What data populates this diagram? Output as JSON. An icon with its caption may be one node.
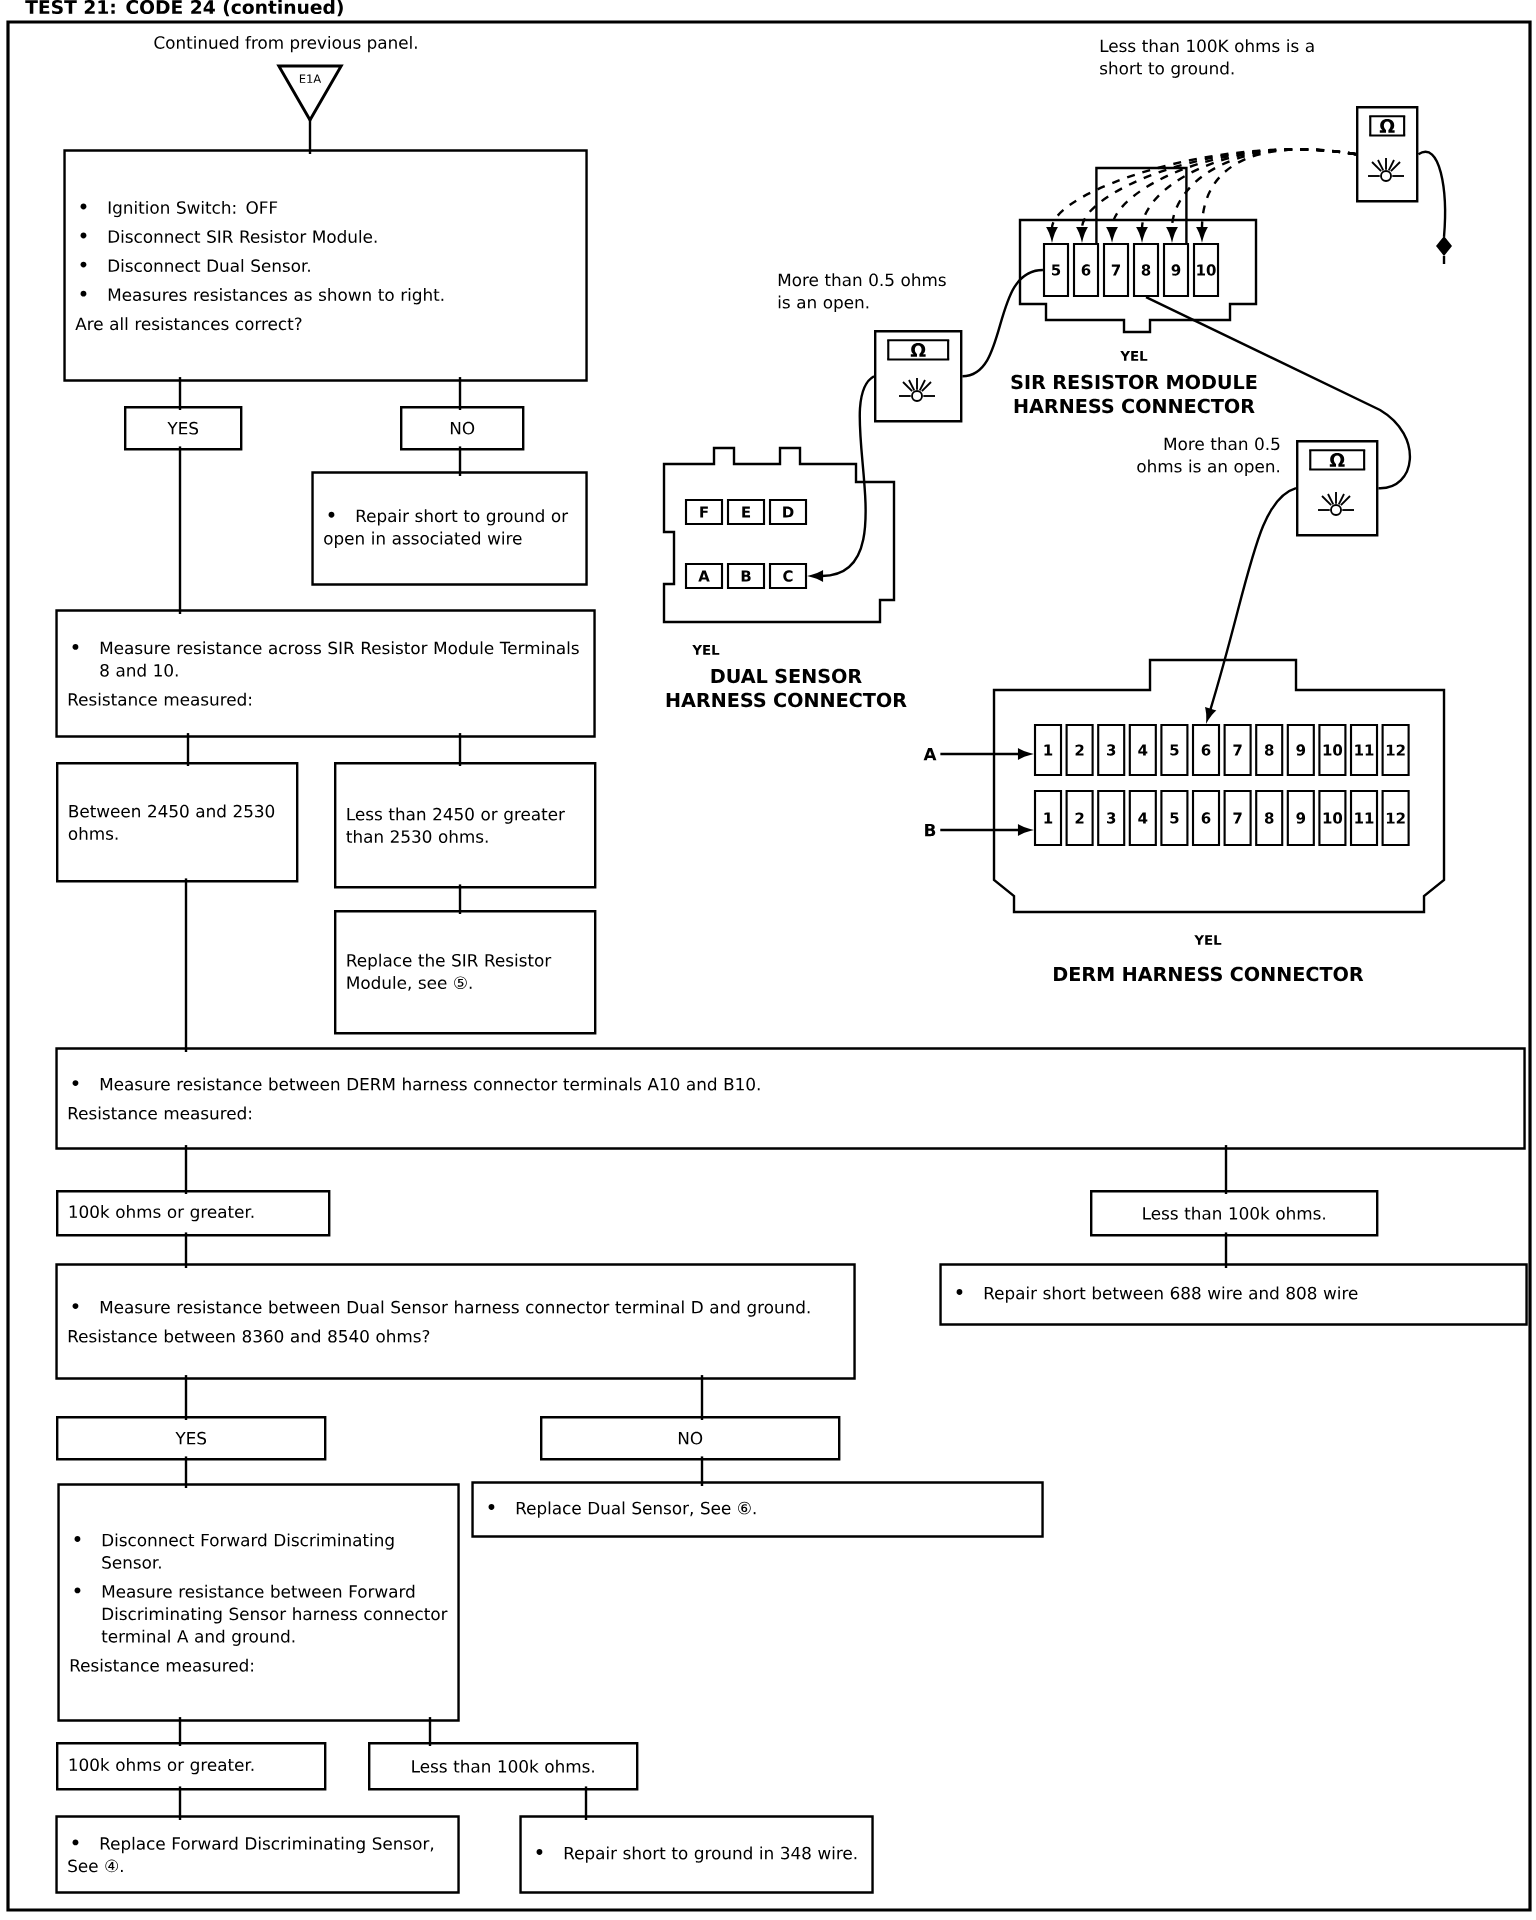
{
  "diagram": {
    "title": "TEST 21: CODE 24 (continued)",
    "nodes": [
      {
        "text": [
          "E1A"
        ],
        "beside": [
          "Continued from previous panel."
        ]
      },
      {
        "text": [
          "Ignition Switch: OFF",
          "Disconnect SIR Resistor Module.",
          "Disconnect Dual Sensor.",
          "Measures resistances as shown to right.",
          "Are all resistances correct?"
        ]
      },
      {
        "text": [
          "YES"
        ]
      },
      {
        "text": [
          "NO"
        ]
      },
      {
        "text": [
          "Repair short to ground or open in associated wire"
        ]
      },
      {
        "text": [
          "Measure resistance across SIR Resistor Module Terminals 8 and 10.",
          "Resistance measured:"
        ]
      },
      {
        "text": [
          "Between 2450 and 2530 ohms."
        ]
      },
      {
        "text": [
          "Less than 2450 or greater than 2530 ohms."
        ]
      },
      {
        "text": [
          "Replace the SIR Resistor Module, see ⑤."
        ]
      },
      {
        "text": [
          "Measure resistance between DERM harness connector terminals A10 and B10.",
          "Resistance measured:"
        ]
      },
      {
        "text": [
          "100k ohms or greater."
        ]
      },
      {
        "text": [
          "Less than 100k ohms."
        ]
      },
      {
        "text": [
          "Repair short between 688 wire and 808 wire"
        ]
      },
      {
        "text": [
          "Measure resistance between Dual Sensor harness connector terminal D and ground.",
          "Resistance between 8360 and 8540 ohms?"
        ]
      },
      {
        "text": [
          "YES"
        ]
      },
      {
        "text": [
          "NO"
        ]
      },
      {
        "text": [
          "Replace Dual Sensor, See ⑥."
        ]
      },
      {
        "text": [
          "Disconnect Forward Discriminating Sensor.",
          "Measure resistance between Forward Discriminating Sensor harness connector terminal A and ground.",
          "Resistance measured:"
        ]
      },
      {
        "text": [
          "100k ohms or greater."
        ]
      },
      {
        "text": [
          "Less than 100k ohms."
        ]
      },
      {
        "text": [
          "Replace Forward Discriminating Sensor, See ④."
        ]
      },
      {
        "text": [
          "Repair short to ground in 348 wire."
        ]
      },
      {
        "text": [
          "A"
        ]
      },
      {
        "text": [
          "B"
        ]
      },
      {
        "text": [
          "1"
        ]
      },
      {
        "text": [
          "1"
        ]
      },
      {
        "text": [
          "5"
        ]
      },
      {
        "text": [
          "6"
        ]
      },
      {
        "text": [
          "7"
        ]
      },
      {
        "text": [
          "8"
        ]
      },
      {
        "text": [
          "9"
        ]
      },
      {
        "text": [
          "10"
        ]
      },
      {
        "text": [
          "Ω"
        ]
      },
      {
        "text": [
          "Ω"
        ]
      },
      {
        "text": [
          "Ω"
        ]
      },
      {
        "text": [],
        "shape": "ground"
      },
      {
        "text": [
          "C"
        ]
      },
      {
        "text": [
          "6"
        ]
      }
    ],
    "edges": [
      {
        "from": 0,
        "to": 1,
        "arrow": "none"
      },
      {
        "from": 1,
        "to": 2,
        "arrow": "none"
      },
      {
        "from": 1,
        "to": 3,
        "arrow": "none"
      },
      {
        "from": 3,
        "to": 4,
        "arrow": "none"
      },
      {
        "from": 2,
        "to": 5,
        "arrow": "none"
      },
      {
        "from": 5,
        "to": 6,
        "arrow": "none"
      },
      {
        "from": 5,
        "to": 7,
        "arrow": "none"
      },
      {
        "from": 7,
        "to": 8,
        "arrow": "none"
      },
      {
        "from": 6,
        "to": 9,
        "arrow": "none"
      },
      {
        "from": 9,
        "to": 10,
        "arrow": "none"
      },
      {
        "from": 9,
        "to": 11,
        "arrow": "none"
      },
      {
        "from": 11,
        "to": 12,
        "arrow": "none"
      },
      {
        "from": 10,
        "to": 13,
        "arrow": "none"
      },
      {
        "from": 13,
        "to": 14,
        "arrow": "none"
      },
      {
        "from": 13,
        "to": 15,
        "arrow": "none"
      },
      {
        "from": 15,
        "to": 16,
        "arrow": "none"
      },
      {
        "from": 14,
        "to": 17,
        "arrow": "none"
      },
      {
        "from": 17,
        "to": 18,
        "arrow": "none"
      },
      {
        "from": 17,
        "to": 19,
        "arrow": "none"
      },
      {
        "from": 18,
        "to": 20,
        "arrow": "none"
      },
      {
        "from": 19,
        "to": 21,
        "arrow": "none"
      },
      {
        "from": 22,
        "to": 24,
        "arrow": "to"
      },
      {
        "from": 23,
        "to": 25,
        "arrow": "to"
      },
      {
        "from": 32,
        "to": 26,
        "arrow": "to",
        "style": "dashed"
      },
      {
        "from": 32,
        "to": 27,
        "arrow": "to",
        "style": "dashed"
      },
      {
        "from": 32,
        "to": 28,
        "arrow": "to",
        "style": "dashed"
      },
      {
        "from": 32,
        "to": 29,
        "arrow": "to",
        "style": "dashed"
      },
      {
        "from": 32,
        "to": 30,
        "arrow": "to",
        "style": "dashed"
      },
      {
        "from": 32,
        "to": 31,
        "arrow": "to",
        "style": "dashed"
      },
      {
        "from": 32,
        "to": 35,
        "arrow": "none"
      },
      {
        "from": 33,
        "to": 26,
        "arrow": "none"
      },
      {
        "from": 33,
        "to": 36,
        "arrow": "to"
      },
      {
        "from": 34,
        "to": 29,
        "arrow": "none"
      },
      {
        "from": 34,
        "to": 37,
        "arrow": "to"
      },
      {
        "from": 27,
        "to": 30,
        "arrow": "none"
      }
    ],
    "labels": [
      "Less than 100K ohms is a short to ground.",
      "More than 0.5 ohms is an open.",
      "YEL",
      "SIR RESISTOR MODULE HARNESS CONNECTOR",
      "More than 0.5 ohms is an open.",
      "F",
      "E",
      "D",
      "A",
      "B",
      "YEL",
      "DUAL SENSOR HARNESS CONNECTOR",
      "2",
      "3",
      "4",
      "5",
      "7",
      "8",
      "9",
      "10",
      "11",
      "12",
      "2",
      "3",
      "4",
      "5",
      "6",
      "7",
      "8",
      "9",
      "10",
      "11",
      "12",
      "YEL",
      "DERM HARNESS CONNECTOR"
    ]
  }
}
